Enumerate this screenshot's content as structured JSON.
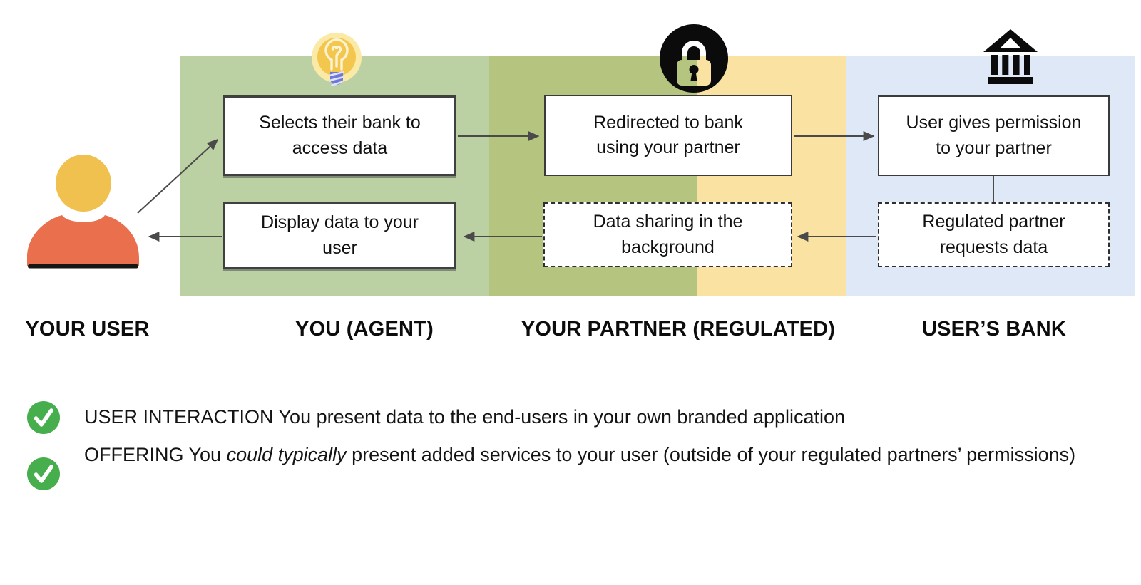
{
  "flow": {
    "steps": {
      "select_bank": "Selects their bank to\naccess data",
      "redirect": "Redirected to bank\nusing your partner",
      "permission": "User gives permission\nto your partner",
      "display": "Display data to your\nuser",
      "sharing": "Data sharing in the\nbackground",
      "request": "Regulated partner\nrequests data"
    },
    "lanes": {
      "user": "YOUR USER",
      "agent": "YOU (AGENT)",
      "partner": "YOUR PARTNER (REGULATED)",
      "bank": "USER’S BANK"
    },
    "colors": {
      "agent_zone_green": "#bbd1a4",
      "overlap_zone_olive": "#b5c580",
      "partner_zone_yellow": "#fae3a2",
      "bank_zone_blue": "#dfe8f7",
      "person_body_orange": "#e96f4d",
      "person_head_yellow": "#f1c150",
      "check_green": "#47ae4d",
      "arrow_gray": "#4a4a4a"
    }
  },
  "notes": {
    "user_interaction": {
      "text": "USER INTERACTION You present data to the end-users in your own branded application"
    },
    "offering": {
      "prefix": "OFFERING You ",
      "italic": "could typically",
      "suffix": " present added services to your user (outside of your regulated partners’ permissions)"
    }
  }
}
